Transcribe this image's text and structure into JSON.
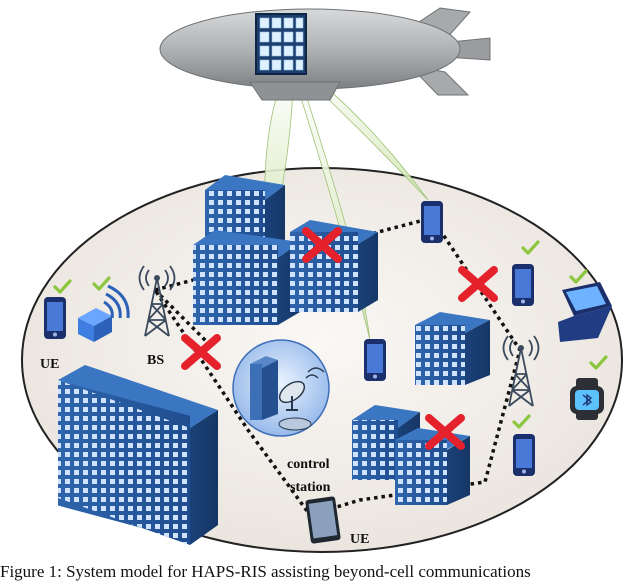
{
  "labels": {
    "ue_left": "UE",
    "bs": "BS",
    "control_station_line1": "control",
    "control_station_line2": "station",
    "ue_bottom": "UE"
  },
  "caption": "Figure 1: System model for HAPS-RIS assisting beyond-cell communications",
  "colors": {
    "airship": "#b0b2b4",
    "ris_panel": "#1d3f6e",
    "building": "#2f5fa0",
    "blocked_cross": "#e5212b",
    "check": "#8cc63f",
    "beam": "#dfeec5",
    "ellipse_fill": "#f2ede8",
    "device": "#1f3f8f"
  }
}
